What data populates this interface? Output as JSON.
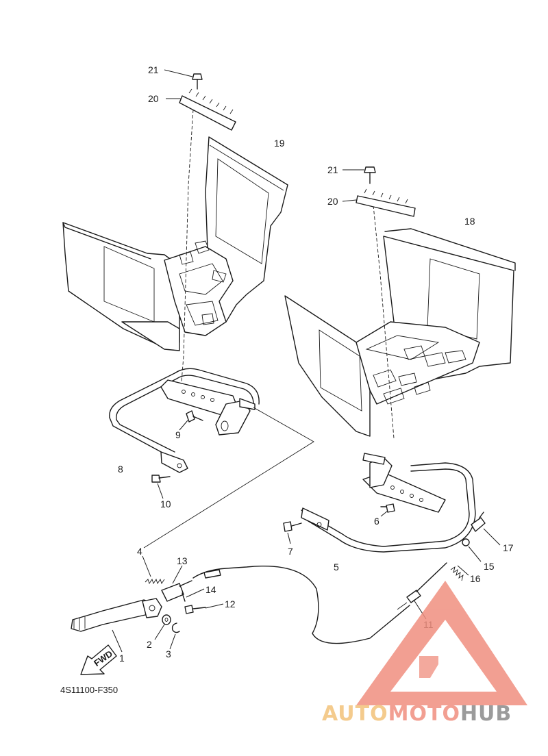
{
  "diagram": {
    "code": "4S11100-F350",
    "fwd_label": "FWD",
    "callouts": {
      "c1": "1",
      "c2": "2",
      "c3": "3",
      "c4": "4",
      "c5": "5",
      "c6": "6",
      "c7": "7",
      "c8": "8",
      "c9": "9",
      "c10": "10",
      "c11": "11",
      "c12": "12",
      "c13": "13",
      "c14": "14",
      "c15": "15",
      "c16": "16",
      "c17": "17",
      "c18": "18",
      "c19": "19",
      "c20a": "20",
      "c20b": "20",
      "c21a": "21",
      "c21b": "21"
    }
  },
  "watermark": {
    "part1": "AUTO",
    "part2": "MOTO",
    "part3": "HUB",
    "colors": {
      "auto": "#f3c27a",
      "moto": "#f08f7f",
      "hub": "#8a8a8a",
      "triangle": "#f08f7f"
    }
  }
}
